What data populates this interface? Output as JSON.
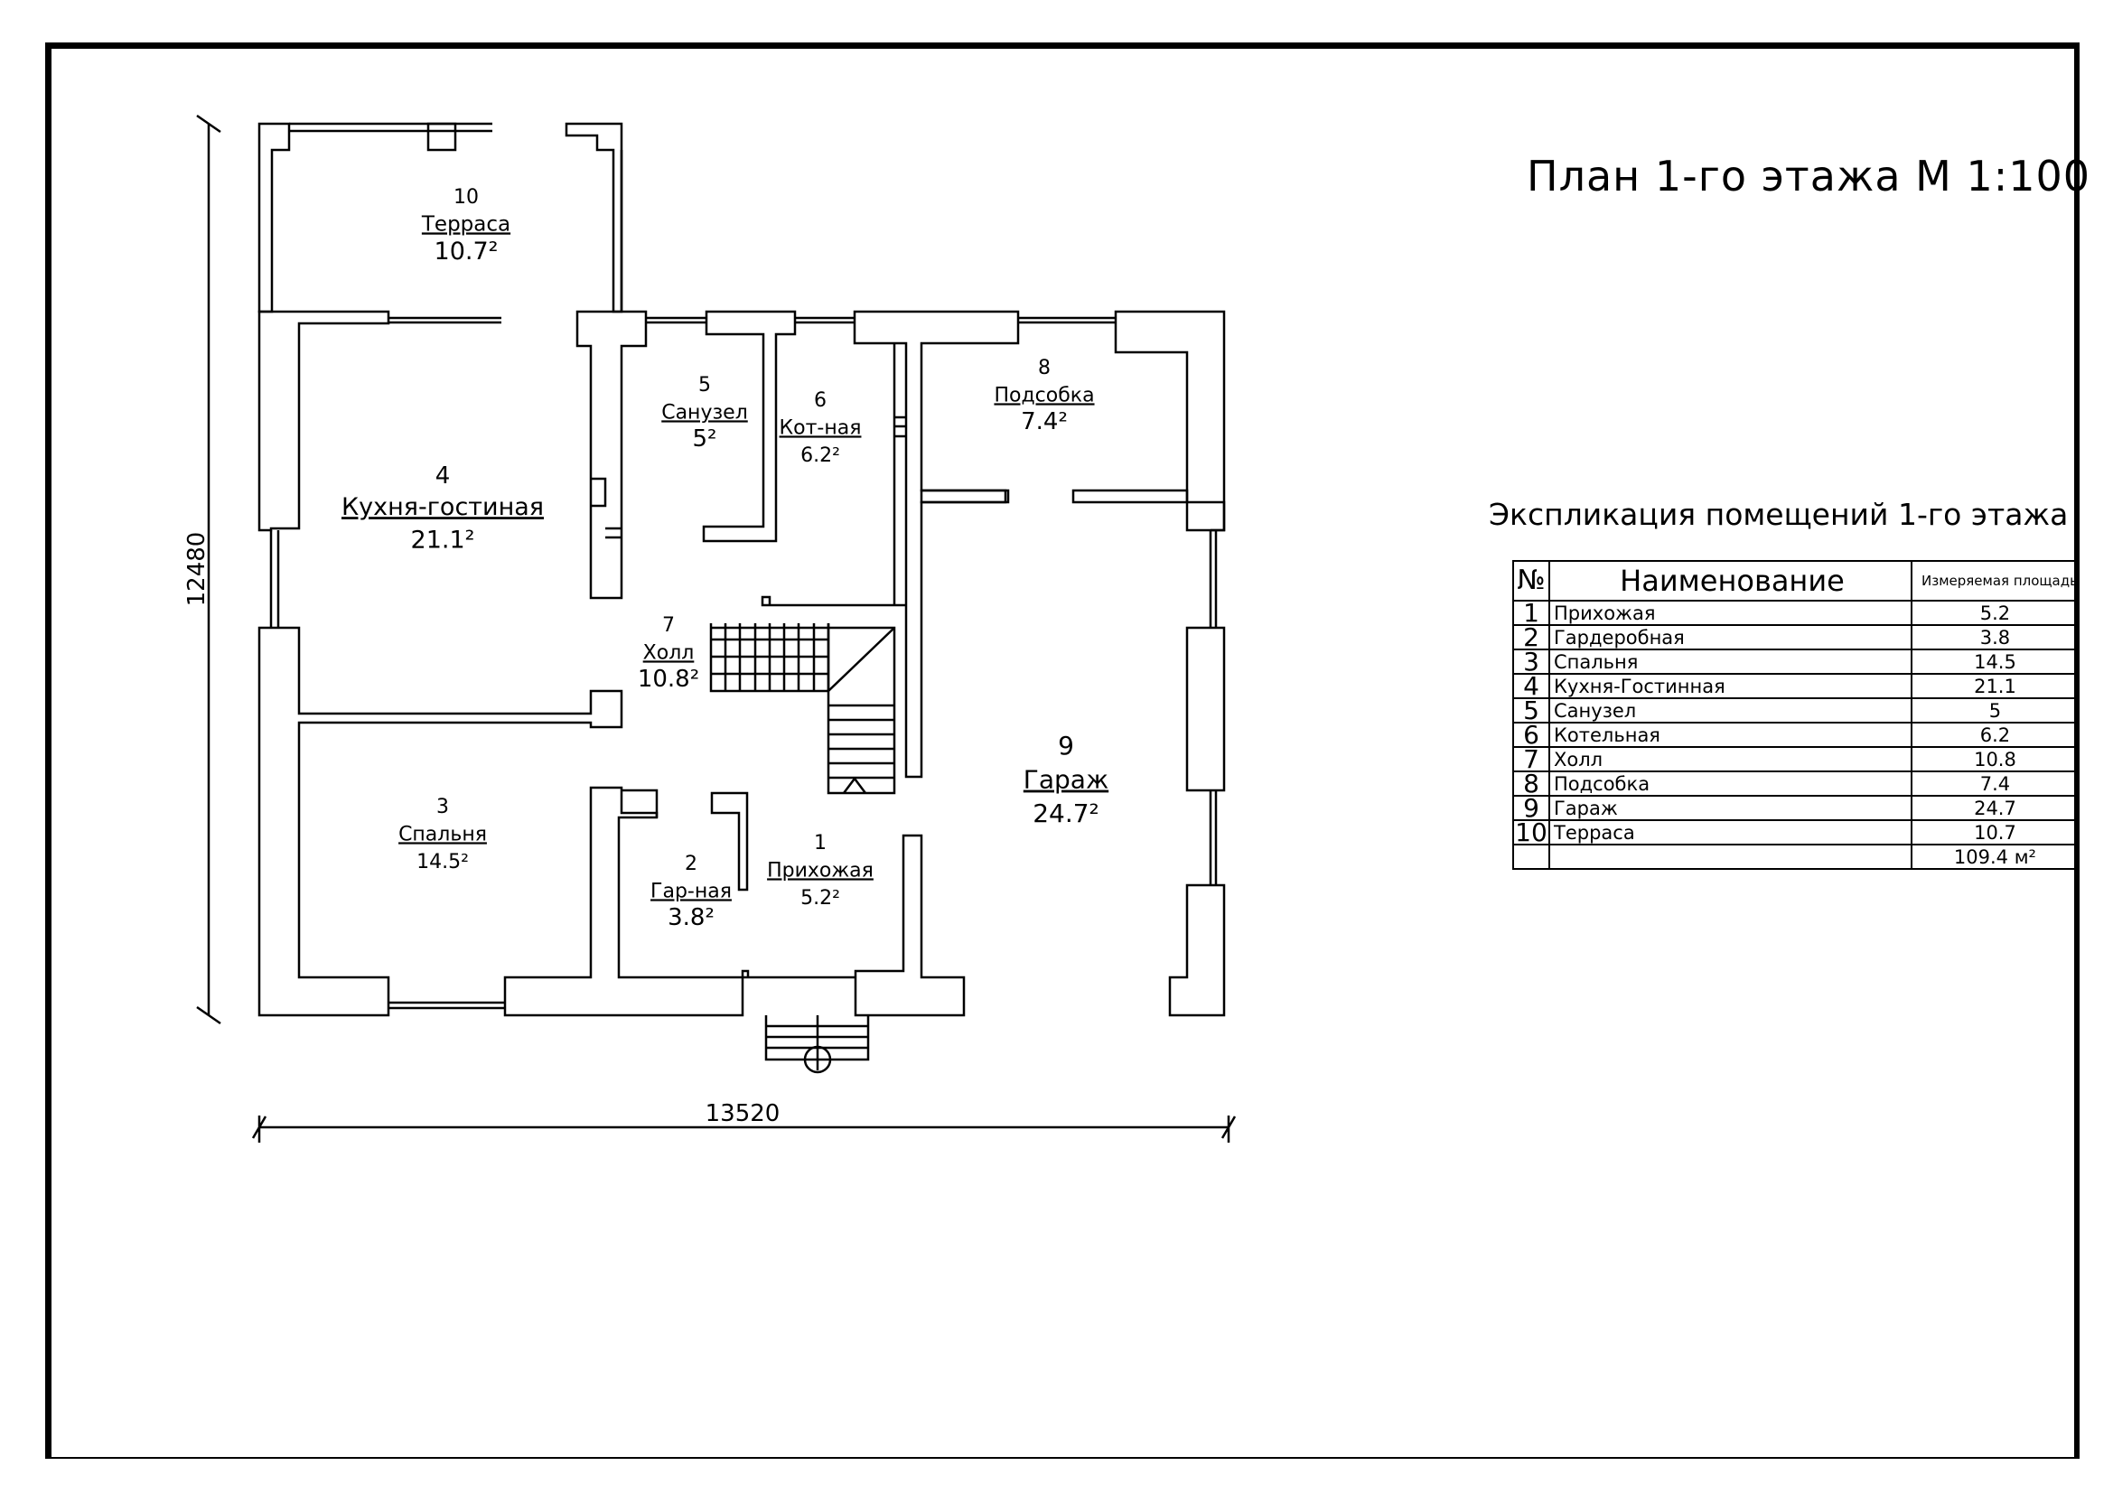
{
  "drawing": {
    "title": "План 1-го этажа М 1:100",
    "explication_title": "Экспликация помещений 1-го этажа",
    "dim_width": "13520",
    "dim_height": "12480"
  },
  "rooms": [
    {
      "num": "10",
      "name": "Терраса",
      "area": "10.7²"
    },
    {
      "num": "4",
      "name": "Кухня-гостиная",
      "area": "21.1²"
    },
    {
      "num": "5",
      "name": "Санузел",
      "area": "5²"
    },
    {
      "num": "6",
      "name": "Кот-ная",
      "area": "6.2²"
    },
    {
      "num": "8",
      "name": "Подсобка",
      "area": "7.4²"
    },
    {
      "num": "7",
      "name": "Холл",
      "area": "10.8²"
    },
    {
      "num": "9",
      "name": "Гараж",
      "area": "24.7²"
    },
    {
      "num": "3",
      "name": "Спальня",
      "area": "14.5²"
    },
    {
      "num": "2",
      "name": "Гар-ная",
      "area": "3.8²"
    },
    {
      "num": "1",
      "name": "Прихожая",
      "area": "5.2²"
    }
  ],
  "table": {
    "headers": {
      "num": "№",
      "name": "Наименование",
      "area": "Измеряемая площадь"
    },
    "rows": [
      {
        "num": "1",
        "name": "Прихожая",
        "area": "5.2"
      },
      {
        "num": "2",
        "name": "Гардеробная",
        "area": "3.8"
      },
      {
        "num": "3",
        "name": "Спальня",
        "area": "14.5"
      },
      {
        "num": "4",
        "name": "Кухня-Гостинная",
        "area": "21.1"
      },
      {
        "num": "5",
        "name": "Санузел",
        "area": "5"
      },
      {
        "num": "6",
        "name": "Котельная",
        "area": "6.2"
      },
      {
        "num": "7",
        "name": "Холл",
        "area": "10.8"
      },
      {
        "num": "8",
        "name": "Подсобка",
        "area": "7.4"
      },
      {
        "num": "9",
        "name": "Гараж",
        "area": "24.7"
      },
      {
        "num": "10",
        "name": "Терраса",
        "area": "10.7"
      }
    ],
    "total": "109.4 м²"
  }
}
